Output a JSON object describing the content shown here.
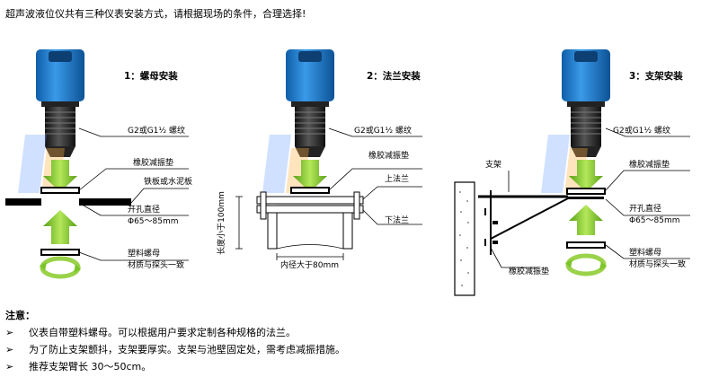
{
  "title": "超声波液位仪共有三种仪表安装方式，请根据现场的条件，合理选择!",
  "sections": [
    {
      "heading": "1：螺母安装",
      "thread": "G2或G1½ 螺纹",
      "rubber_pad": "橡胶减振垫",
      "plate": "铁板或水泥板",
      "hole": "开孔直径",
      "hole_size": "Φ65～85mm",
      "nut": "塑料螺母",
      "nut_material": "材质与探头一致"
    },
    {
      "heading": "2：法兰安装",
      "thread": "G2或G1½ 螺纹",
      "rubber_pad": "橡胶减振垫",
      "upper_flange": "上法兰",
      "lower_flange": "下法兰",
      "length": "长度小于100mm",
      "inner_dia": "内径大于80mm"
    },
    {
      "heading": "3：支架安装",
      "thread": "G2或G1½ 螺纹",
      "bracket": "支架",
      "rubber_pad": "橡胶减振垫",
      "hole": "开孔直径",
      "hole_size": "Φ65～85mm",
      "nut": "塑料螺母",
      "nut_material": "材质与探头一致",
      "bottom_pad": "橡胶减振垫"
    }
  ],
  "notes": {
    "heading": "注意：",
    "bullet": "➢",
    "items": [
      "仪表自带塑料螺母。可以根据用户要求定制各种规格的法兰。",
      "为了防止支架颤抖，支架要厚实。支架与池壁固定处，需考虑减振措施。",
      "推荐支架臂长 30～50cm。"
    ]
  },
  "colors": {
    "probe_blue": "#1f78c8",
    "arrow_green": "#7cc42a",
    "text": "#000000"
  }
}
